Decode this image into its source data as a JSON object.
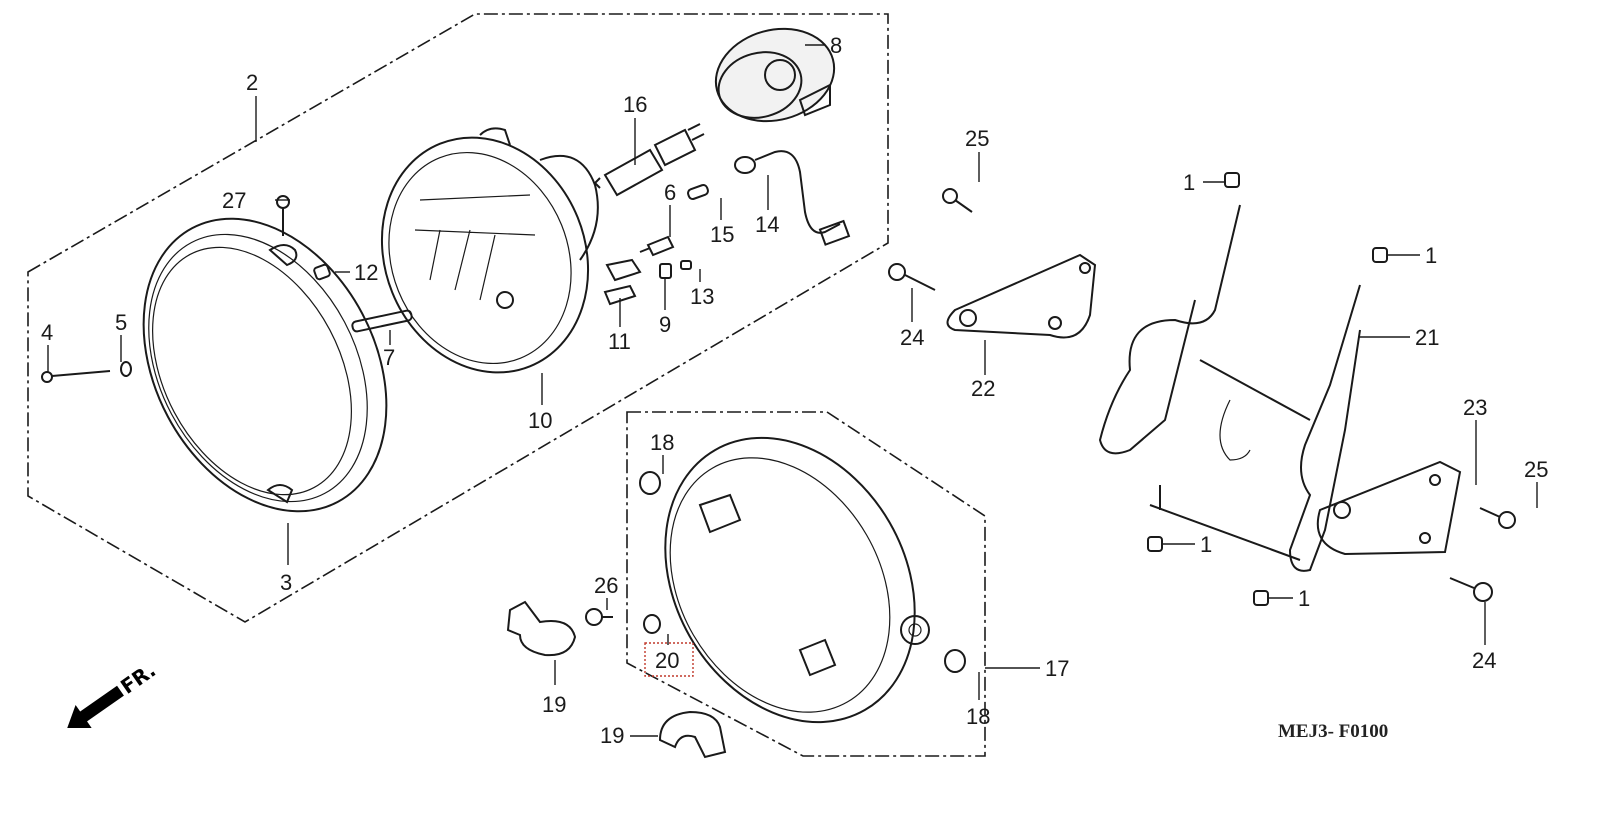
{
  "diagram": {
    "title": "Headlight assembly exploded parts diagram",
    "figure_code": "MEJ3- F0100",
    "front_indicator": "FR.",
    "highlight_color": "#c0392b",
    "callouts": {
      "c1a": "1",
      "c1b": "1",
      "c1c": "1",
      "c1d": "1",
      "c2": "2",
      "c3": "3",
      "c4": "4",
      "c5": "5",
      "c6": "6",
      "c7": "7",
      "c8": "8",
      "c9": "9",
      "c10": "10",
      "c11": "11",
      "c12": "12",
      "c13": "13",
      "c14": "14",
      "c15": "15",
      "c16": "16",
      "c17": "17",
      "c18a": "18",
      "c18b": "18",
      "c19a": "19",
      "c19b": "19",
      "c20": "20",
      "c21": "21",
      "c22": "22",
      "c23": "23",
      "c24a": "24",
      "c24b": "24",
      "c25a": "25",
      "c25b": "25",
      "c26": "26",
      "c27": "27"
    },
    "highlighted_part": "20"
  }
}
